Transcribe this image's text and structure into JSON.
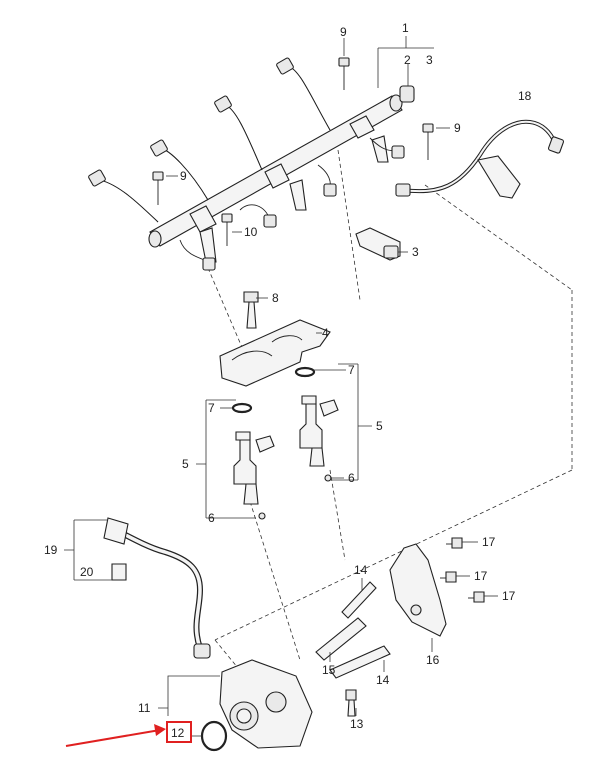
{
  "callouts": {
    "c1": "1",
    "c2": "2",
    "c3a": "3",
    "c3b": "3",
    "c4": "4",
    "c5a": "5",
    "c5b": "5",
    "c6a": "6",
    "c6b": "6",
    "c7a": "7",
    "c7b": "7",
    "c8": "8",
    "c9a": "9",
    "c9b": "9",
    "c9c": "9",
    "c10": "10",
    "c11": "11",
    "c12": "12",
    "c13": "13",
    "c14a": "14",
    "c14b": "14",
    "c15": "15",
    "c16": "16",
    "c17a": "17",
    "c17b": "17",
    "c17c": "17",
    "c18": "18",
    "c19": "19",
    "c20": "20"
  },
  "colors": {
    "highlight": "#e02020",
    "ink": "#222222"
  }
}
